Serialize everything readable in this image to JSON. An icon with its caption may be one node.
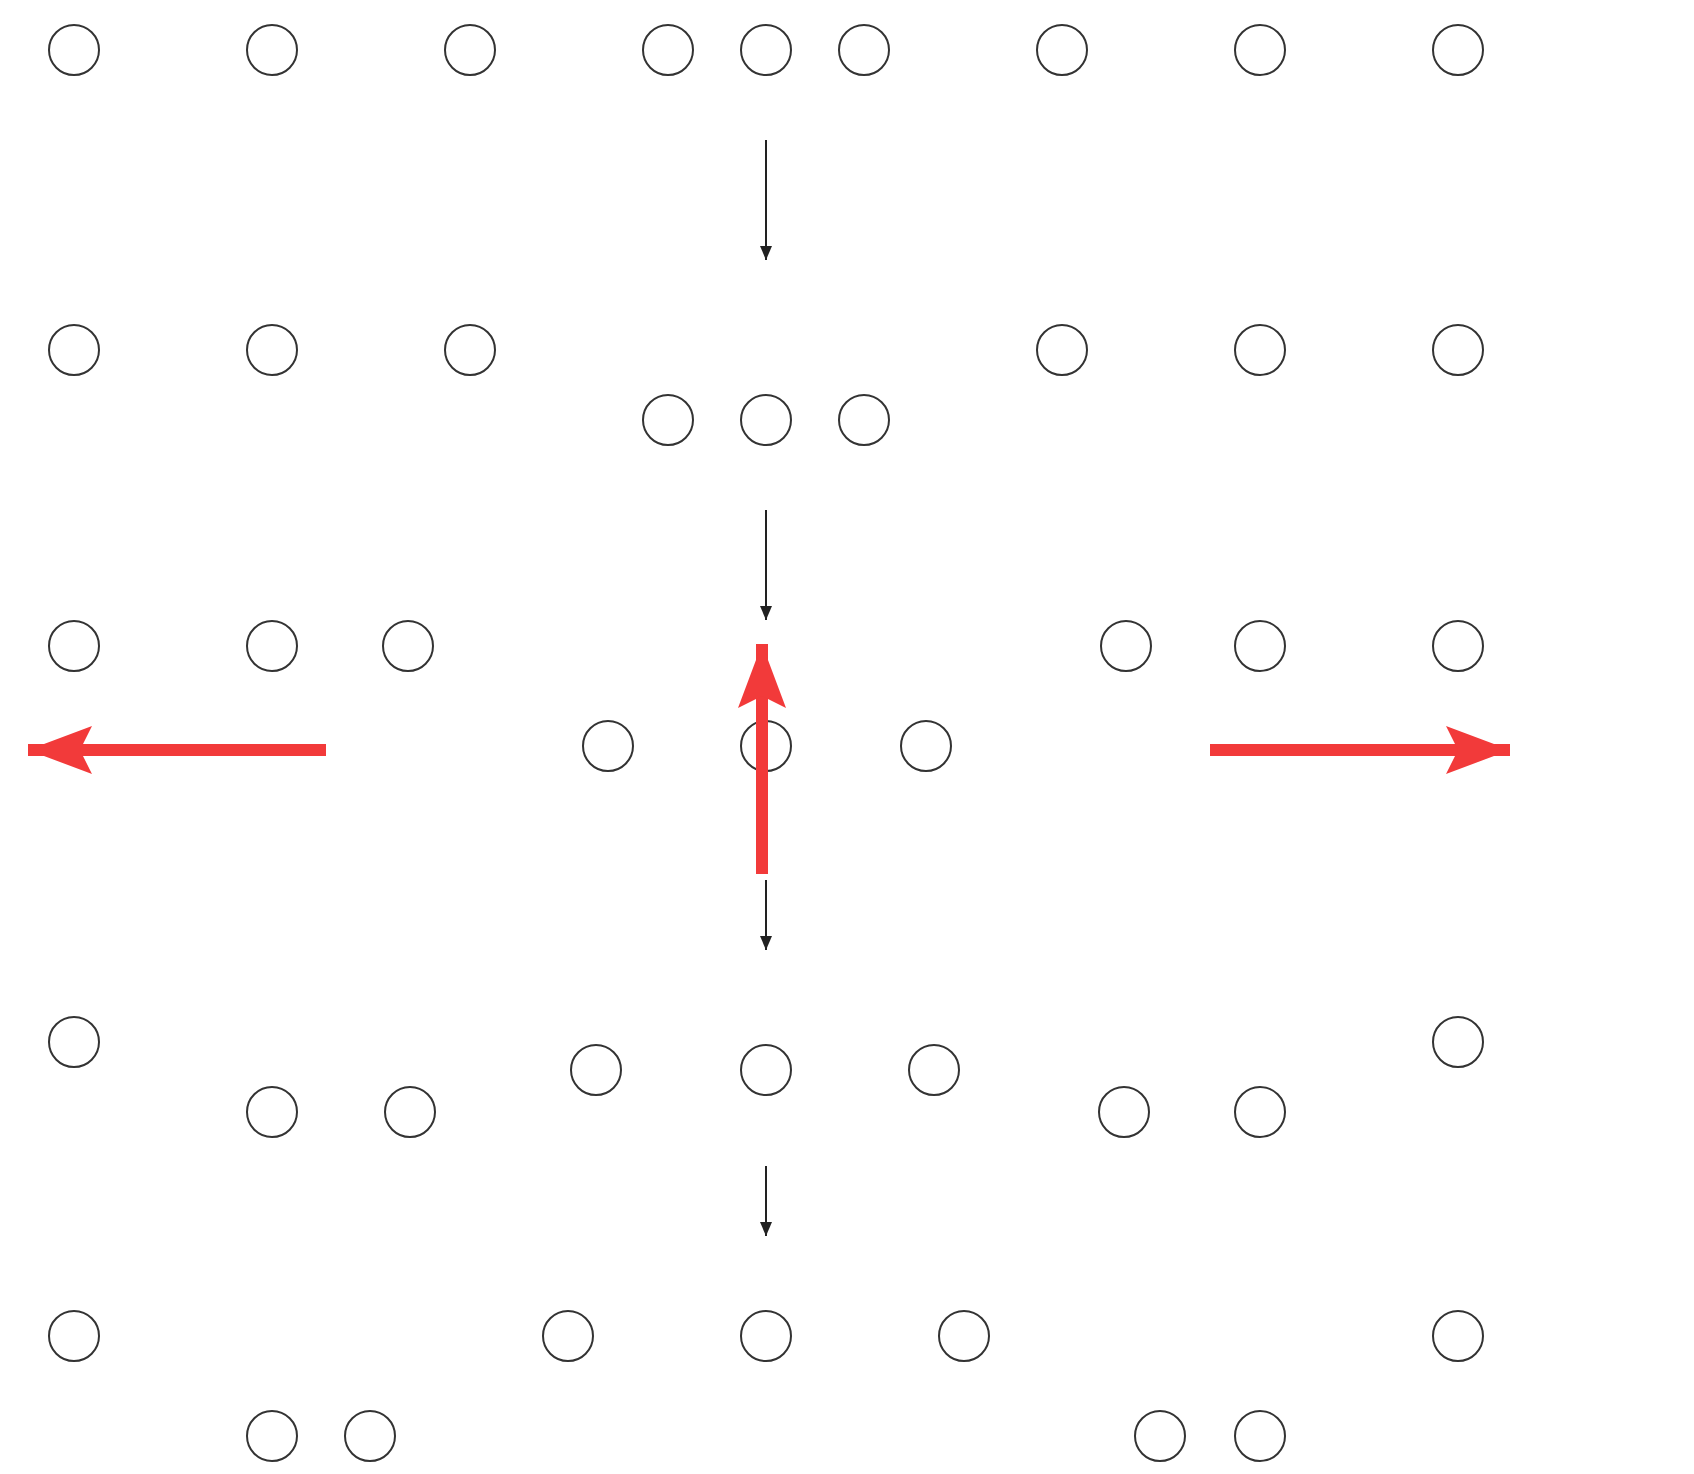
{
  "diagram": {
    "nodes": [
      {
        "text": [],
        "shape": "circle"
      },
      {
        "text": [],
        "shape": "circle"
      },
      {
        "text": [],
        "shape": "circle"
      },
      {
        "text": [],
        "shape": "circle"
      },
      {
        "text": [],
        "shape": "circle"
      },
      {
        "text": [],
        "shape": "circle"
      },
      {
        "text": [],
        "shape": "circle"
      },
      {
        "text": [],
        "shape": "circle"
      },
      {
        "text": [],
        "shape": "circle"
      },
      {
        "text": [],
        "shape": "circle"
      },
      {
        "text": [],
        "shape": "circle"
      },
      {
        "text": [],
        "shape": "circle"
      },
      {
        "text": [],
        "shape": "circle"
      },
      {
        "text": [],
        "shape": "circle"
      },
      {
        "text": [],
        "shape": "circle"
      },
      {
        "text": [],
        "shape": "circle"
      },
      {
        "text": [],
        "shape": "circle"
      },
      {
        "text": [],
        "shape": "circle"
      },
      {
        "text": [],
        "shape": "circle"
      },
      {
        "text": [],
        "shape": "circle"
      },
      {
        "text": [],
        "shape": "circle"
      },
      {
        "text": [],
        "shape": "circle"
      },
      {
        "text": [],
        "shape": "circle"
      },
      {
        "text": [],
        "shape": "circle"
      },
      {
        "text": [],
        "shape": "circle"
      },
      {
        "text": [],
        "shape": "circle"
      },
      {
        "text": [],
        "shape": "circle"
      },
      {
        "text": [],
        "shape": "circle"
      },
      {
        "text": [],
        "shape": "circle"
      },
      {
        "text": [],
        "shape": "circle"
      },
      {
        "text": [],
        "shape": "circle"
      },
      {
        "text": [],
        "shape": "circle"
      },
      {
        "text": [],
        "shape": "circle"
      },
      {
        "text": [],
        "shape": "circle"
      },
      {
        "text": [],
        "shape": "circle"
      },
      {
        "text": [],
        "shape": "circle"
      },
      {
        "text": [],
        "shape": "circle"
      },
      {
        "text": [],
        "shape": "circle"
      },
      {
        "text": [],
        "shape": "circle"
      },
      {
        "text": [],
        "shape": "circle"
      },
      {
        "text": [],
        "shape": "circle"
      },
      {
        "text": [],
        "shape": "circle"
      },
      {
        "text": [],
        "shape": "circle"
      },
      {
        "text": [],
        "shape": "circle"
      },
      {
        "text": [],
        "shape": "circle"
      }
    ]
  }
}
